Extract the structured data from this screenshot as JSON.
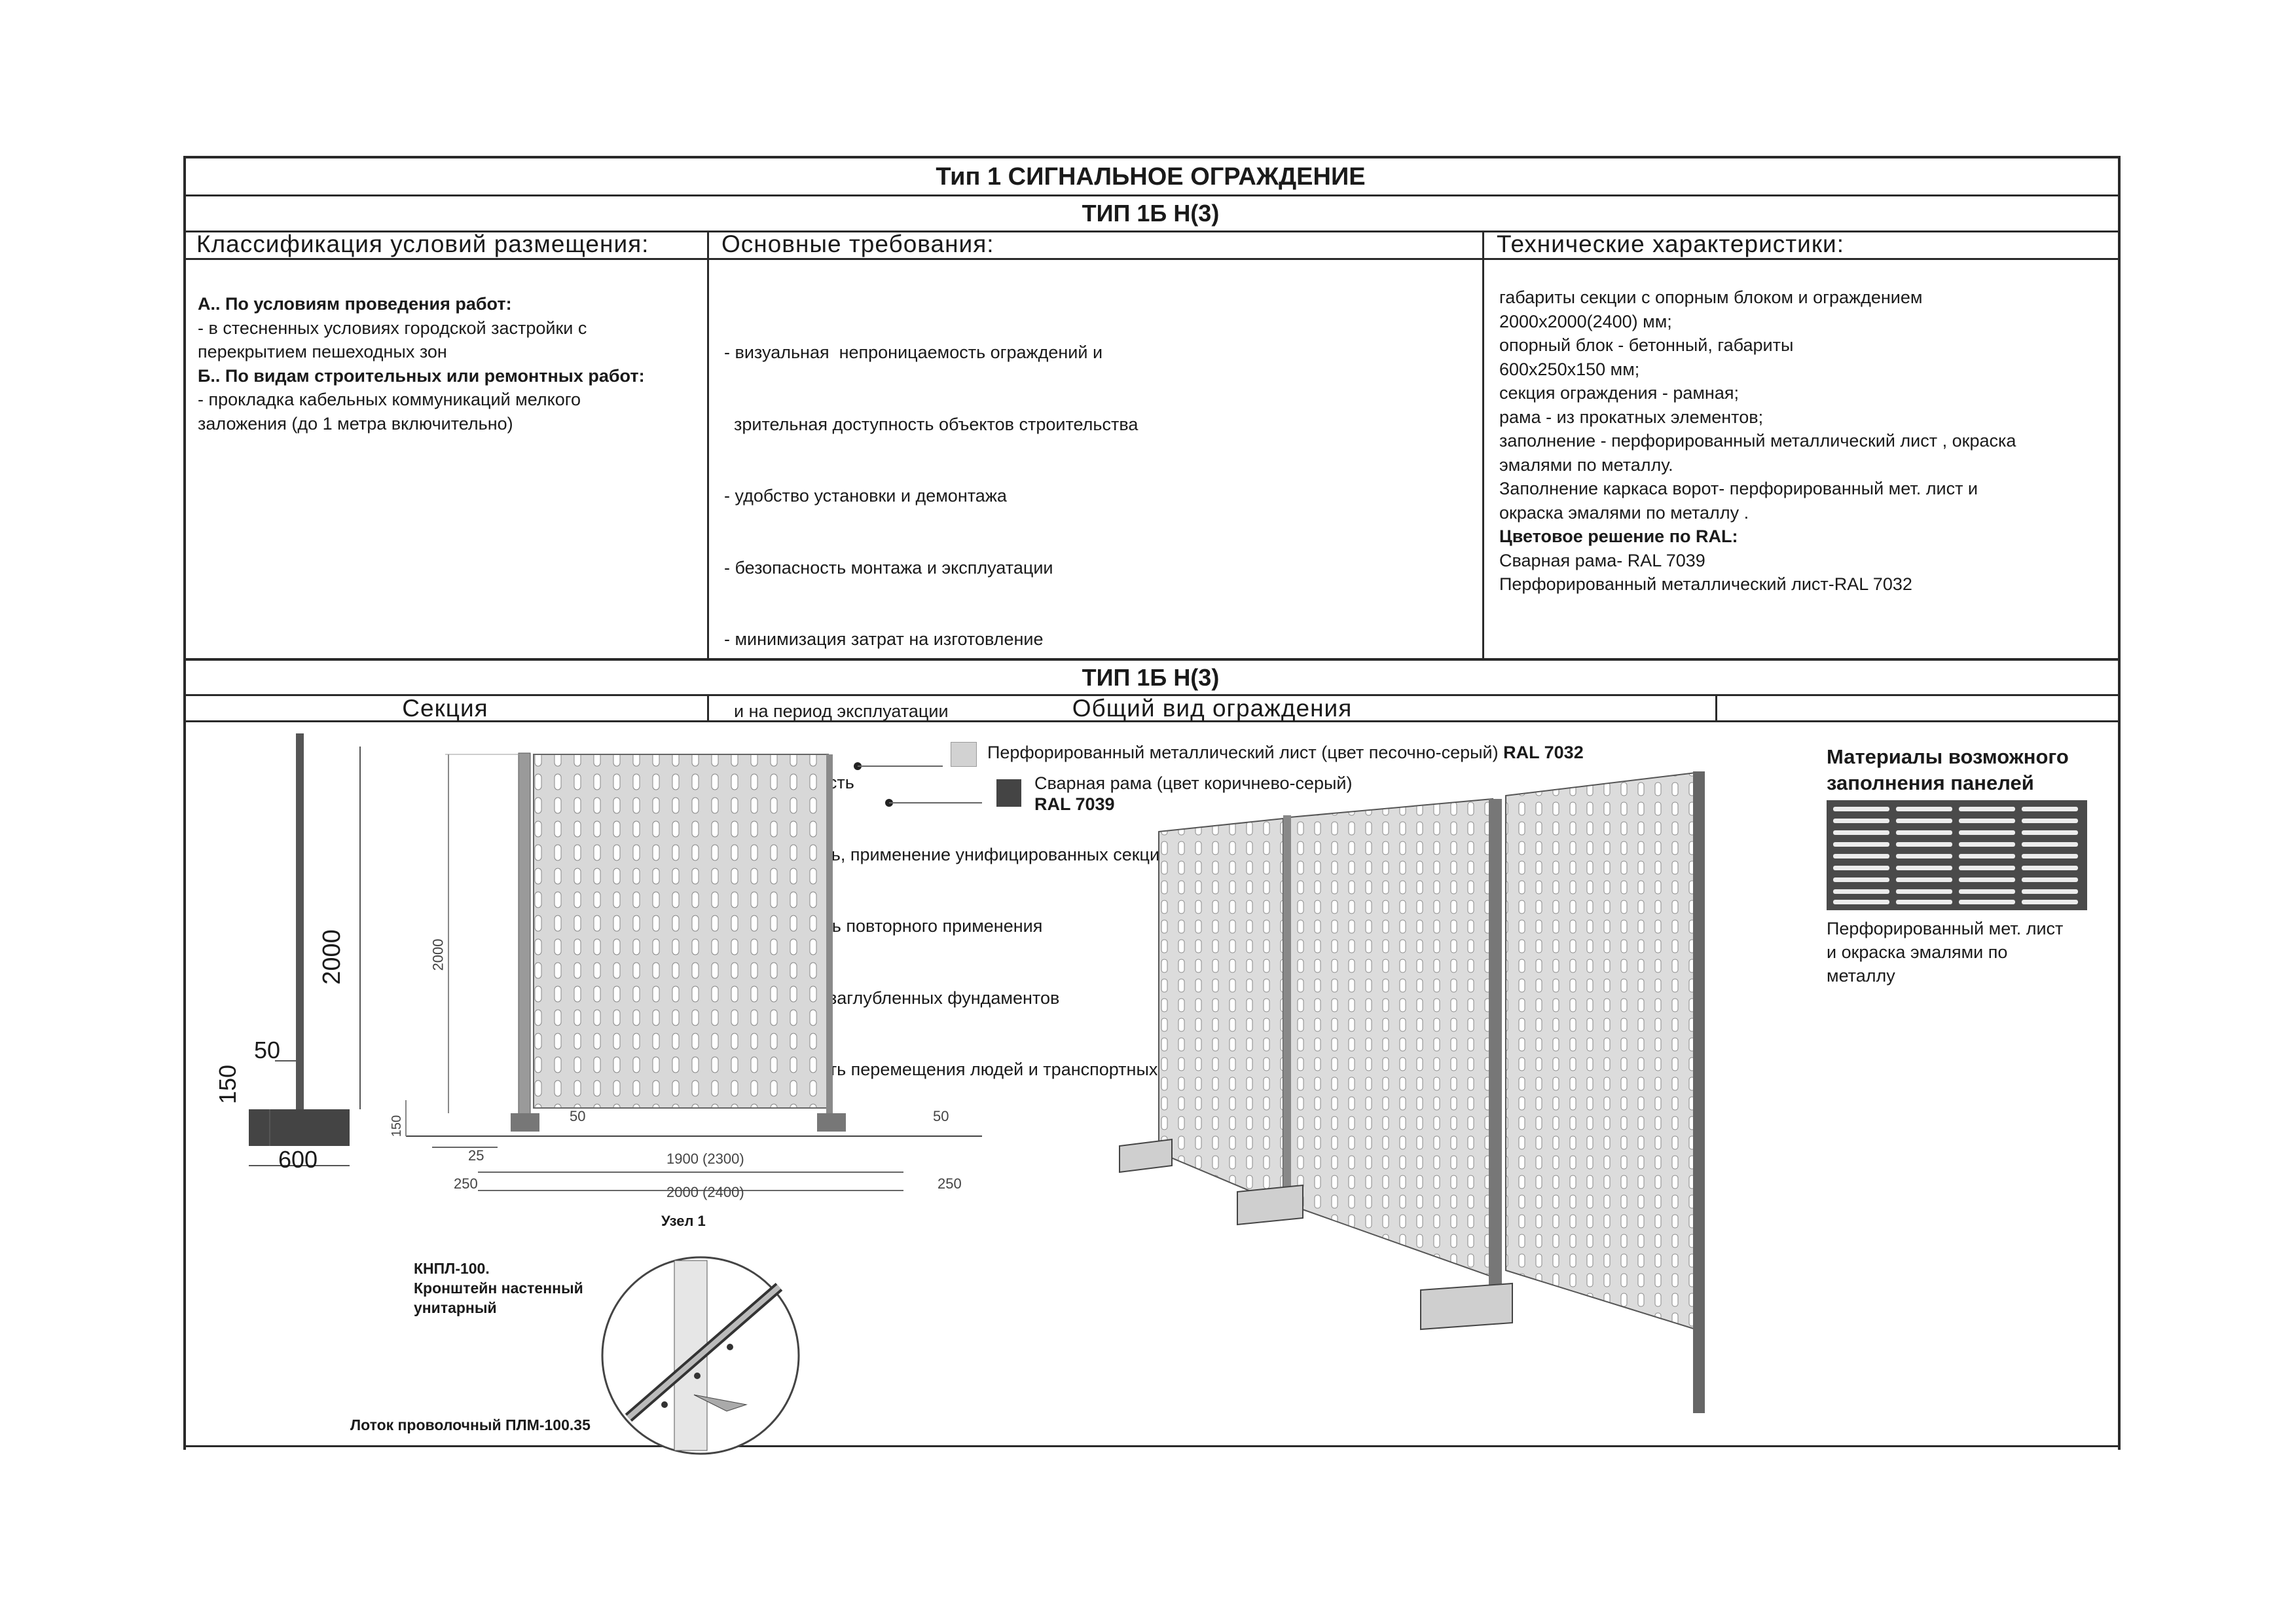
{
  "header": {
    "title": "Тип 1  СИГНАЛЬНОЕ   ОГРАЖДЕНИЕ",
    "subtitle": "ТИП 1Б Н(3)"
  },
  "columns": {
    "classification": {
      "heading": "Классификация условий размещения:",
      "lines": [
        {
          "text": "А.. По условиям проведения работ:",
          "bold": true
        },
        {
          "text": "- в стесненных условиях городской застройки с",
          "bold": false
        },
        {
          "text": "перекрытием пешеходных зон",
          "bold": false
        },
        {
          "text": "Б.. По видам строительных или ремонтных работ:",
          "bold": true
        },
        {
          "text": "- прокладка кабельных коммуникаций мелкого",
          "bold": false
        },
        {
          "text": "заложения (до 1 метра включительно)",
          "bold": false
        }
      ]
    },
    "requirements": {
      "heading": "Основные требования:",
      "lines": [
        "- визуальная  непроницаемость ограждений и",
        "  зрительная доступность объектов строительства",
        "- удобство установки и демонтажа",
        "- безопасность монтажа и эксплуатации",
        "- минимизация затрат на изготовление",
        "  и на период эксплуатации",
        "- долговечность",
        "- модульность, применение унифицированных секций",
        "- возможность повторного применения",
        "- отсутствие заглубленных фундаментов",
        "- безопасность перемещения людей и транспортных потоков"
      ]
    },
    "technical": {
      "heading": "Технические характеристики:",
      "lines": [
        {
          "text": "габариты секции с опорным блоком и ограждением",
          "bold": false
        },
        {
          "text": "2000х2000(2400) мм;",
          "bold": false
        },
        {
          "text": "опорный блок - бетонный,  габариты",
          "bold": false
        },
        {
          "text": "600х250х150 мм;",
          "bold": false
        },
        {
          "text": "секция ограждения - рамная;",
          "bold": false
        },
        {
          "text": "рама - из прокатных элементов;",
          "bold": false
        },
        {
          "text": "заполнение -  перфорированный металлический лист , окраска",
          "bold": false
        },
        {
          "text": "эмалями по металлу.",
          "bold": false
        },
        {
          "text": "Заполнение каркаса ворот- перфорированный мет. лист и",
          "bold": false
        },
        {
          "text": "окраска эмалями по металлу .",
          "bold": false
        },
        {
          "text": "Цветовое решение по RAL:",
          "bold": true
        },
        {
          "text": "Сварная рама- RAL 7039",
          "bold": false
        },
        {
          "text": "Перфорированный металлический лист-RAL 7032",
          "bold": false
        }
      ]
    }
  },
  "drawings": {
    "band_title": "ТИП 1Б Н(3)",
    "section_label": "Секция",
    "general_view_label": "Общий вид ограждения",
    "legend": {
      "perforated": {
        "text": "Перфорированный металлический лист  (цвет  песочно-серый) ",
        "code": "RAL 7032",
        "color": "#d2d2d2"
      },
      "frame": {
        "text": "Сварная рама (цвет коричнево-серый)",
        "code": "RAL 7039",
        "color": "#444444"
      }
    },
    "dimensions": {
      "height_2000": "2000",
      "block_150": "150",
      "offset_50": "50",
      "block_600": "600",
      "inner_2000": "2000",
      "inner_150": "150",
      "w_25": "25",
      "w_250_left": "250",
      "w_250_right": "250",
      "w_50_left": "50",
      "w_50_right": "50",
      "span_1900": "1900 (2300)",
      "span_2000": "2000 (2400)"
    },
    "node": {
      "label": "Узел 1",
      "bracket": [
        "КНПЛ-100.",
        "Кронштейн настенный",
        "унитарный"
      ],
      "tray": "Лоток проволочный ПЛМ-100.35"
    },
    "materials": {
      "title": [
        "Материалы возможного",
        "заполнения панелей"
      ],
      "caption": [
        "Перфорированный мет. лист",
        "и окраска эмалями по",
        "металлу"
      ]
    }
  }
}
